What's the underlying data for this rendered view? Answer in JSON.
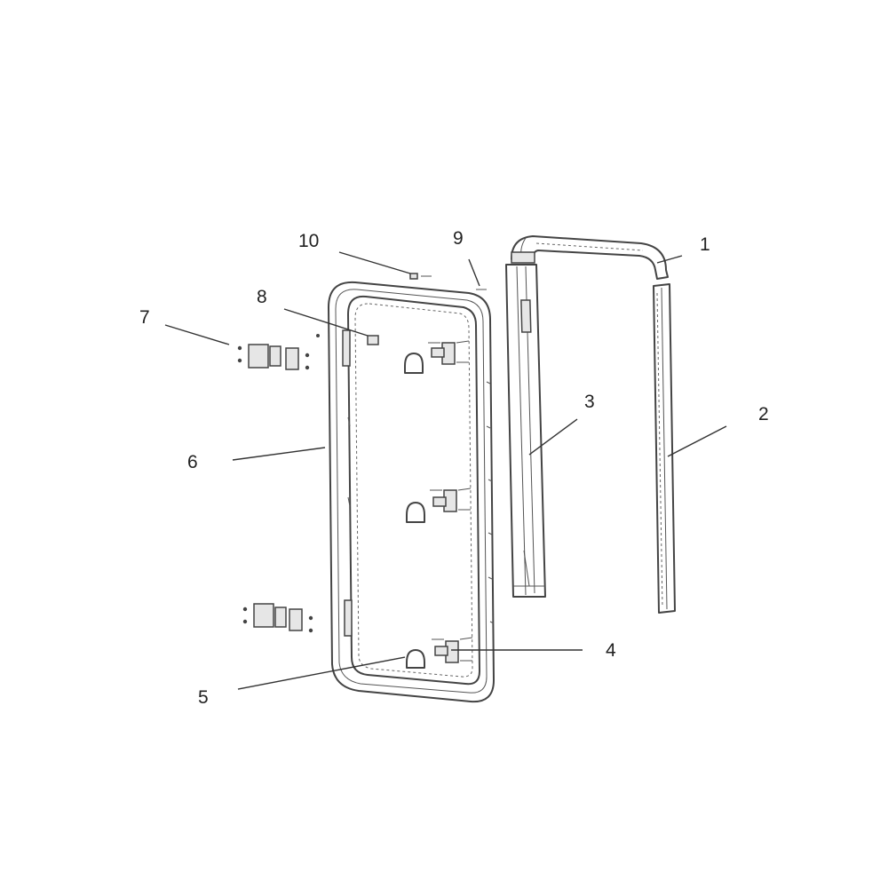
{
  "callouts": {
    "c1": "1",
    "c2": "2",
    "c3": "3",
    "c4": "4",
    "c5": "5",
    "c6": "6",
    "c7": "7",
    "c8": "8",
    "c9": "9",
    "c10": "10"
  },
  "colors": {
    "line": "#444444",
    "text": "#222222",
    "background": "#ffffff"
  }
}
